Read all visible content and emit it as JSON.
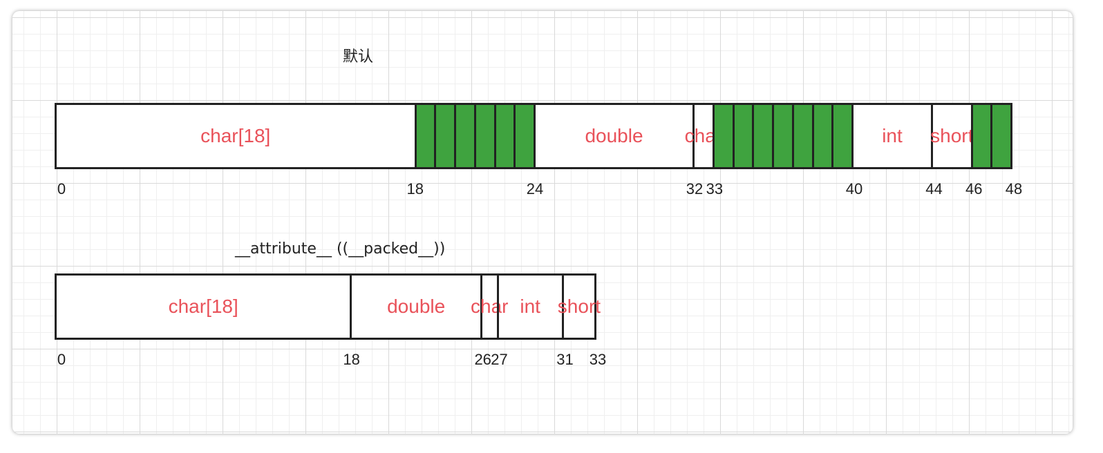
{
  "diagrams": [
    {
      "title": "默认",
      "total": 48,
      "segments": [
        {
          "label": "char[18]",
          "start": 0,
          "end": 18
        },
        {
          "label": "",
          "start": 18,
          "end": 19,
          "pad": true
        },
        {
          "label": "",
          "start": 19,
          "end": 20,
          "pad": true
        },
        {
          "label": "",
          "start": 20,
          "end": 21,
          "pad": true
        },
        {
          "label": "",
          "start": 21,
          "end": 22,
          "pad": true
        },
        {
          "label": "",
          "start": 22,
          "end": 23,
          "pad": true
        },
        {
          "label": "",
          "start": 23,
          "end": 24,
          "pad": true
        },
        {
          "label": "double",
          "start": 24,
          "end": 32
        },
        {
          "label": "char",
          "start": 32,
          "end": 33
        },
        {
          "label": "",
          "start": 33,
          "end": 34,
          "pad": true
        },
        {
          "label": "",
          "start": 34,
          "end": 35,
          "pad": true
        },
        {
          "label": "",
          "start": 35,
          "end": 36,
          "pad": true
        },
        {
          "label": "",
          "start": 36,
          "end": 37,
          "pad": true
        },
        {
          "label": "",
          "start": 37,
          "end": 38,
          "pad": true
        },
        {
          "label": "",
          "start": 38,
          "end": 39,
          "pad": true
        },
        {
          "label": "",
          "start": 39,
          "end": 40,
          "pad": true
        },
        {
          "label": "int",
          "start": 40,
          "end": 44
        },
        {
          "label": "short",
          "start": 44,
          "end": 46
        },
        {
          "label": "",
          "start": 46,
          "end": 47,
          "pad": true
        },
        {
          "label": "",
          "start": 47,
          "end": 48,
          "pad": true
        }
      ],
      "ticks": [
        "0",
        "18",
        "24",
        "32",
        "33",
        "40",
        "44",
        "46",
        "48"
      ]
    },
    {
      "title": "__attribute__ ((__packed__))",
      "total": 33,
      "segments": [
        {
          "label": "char[18]",
          "start": 0,
          "end": 18
        },
        {
          "label": "double",
          "start": 18,
          "end": 26
        },
        {
          "label": "char",
          "start": 26,
          "end": 27
        },
        {
          "label": "int",
          "start": 27,
          "end": 31
        },
        {
          "label": "short",
          "start": 31,
          "end": 33
        }
      ],
      "ticks": [
        "0",
        "18",
        "26",
        "27",
        "31",
        "33"
      ]
    }
  ],
  "colors": {
    "padding": "#3fa33f",
    "label": "#e9525a",
    "border": "#222222"
  }
}
